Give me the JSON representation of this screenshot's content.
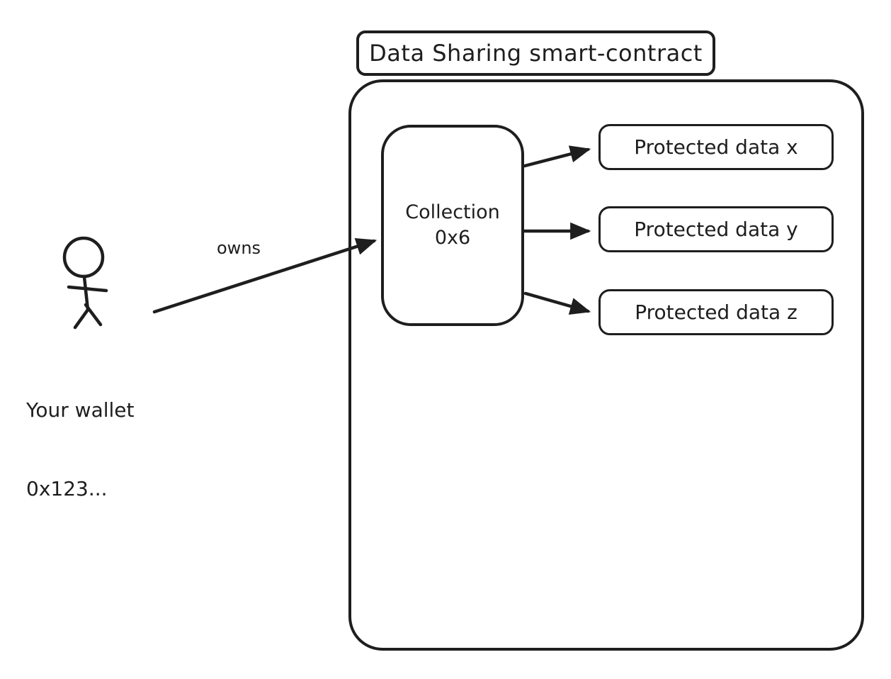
{
  "diagram": {
    "title": "Data Sharing smart-contract",
    "owns_label": "owns",
    "actor": {
      "name": "wallet-owner",
      "label_line1": "Your wallet",
      "label_line2": "0x123..."
    },
    "collection": {
      "line1": "Collection",
      "line2": "0x6"
    },
    "protected_data": [
      {
        "label": "Protected data x"
      },
      {
        "label": "Protected data y"
      },
      {
        "label": "Protected data z"
      }
    ],
    "colors": {
      "stroke": "#1e1e1e",
      "background": "#ffffff"
    }
  }
}
